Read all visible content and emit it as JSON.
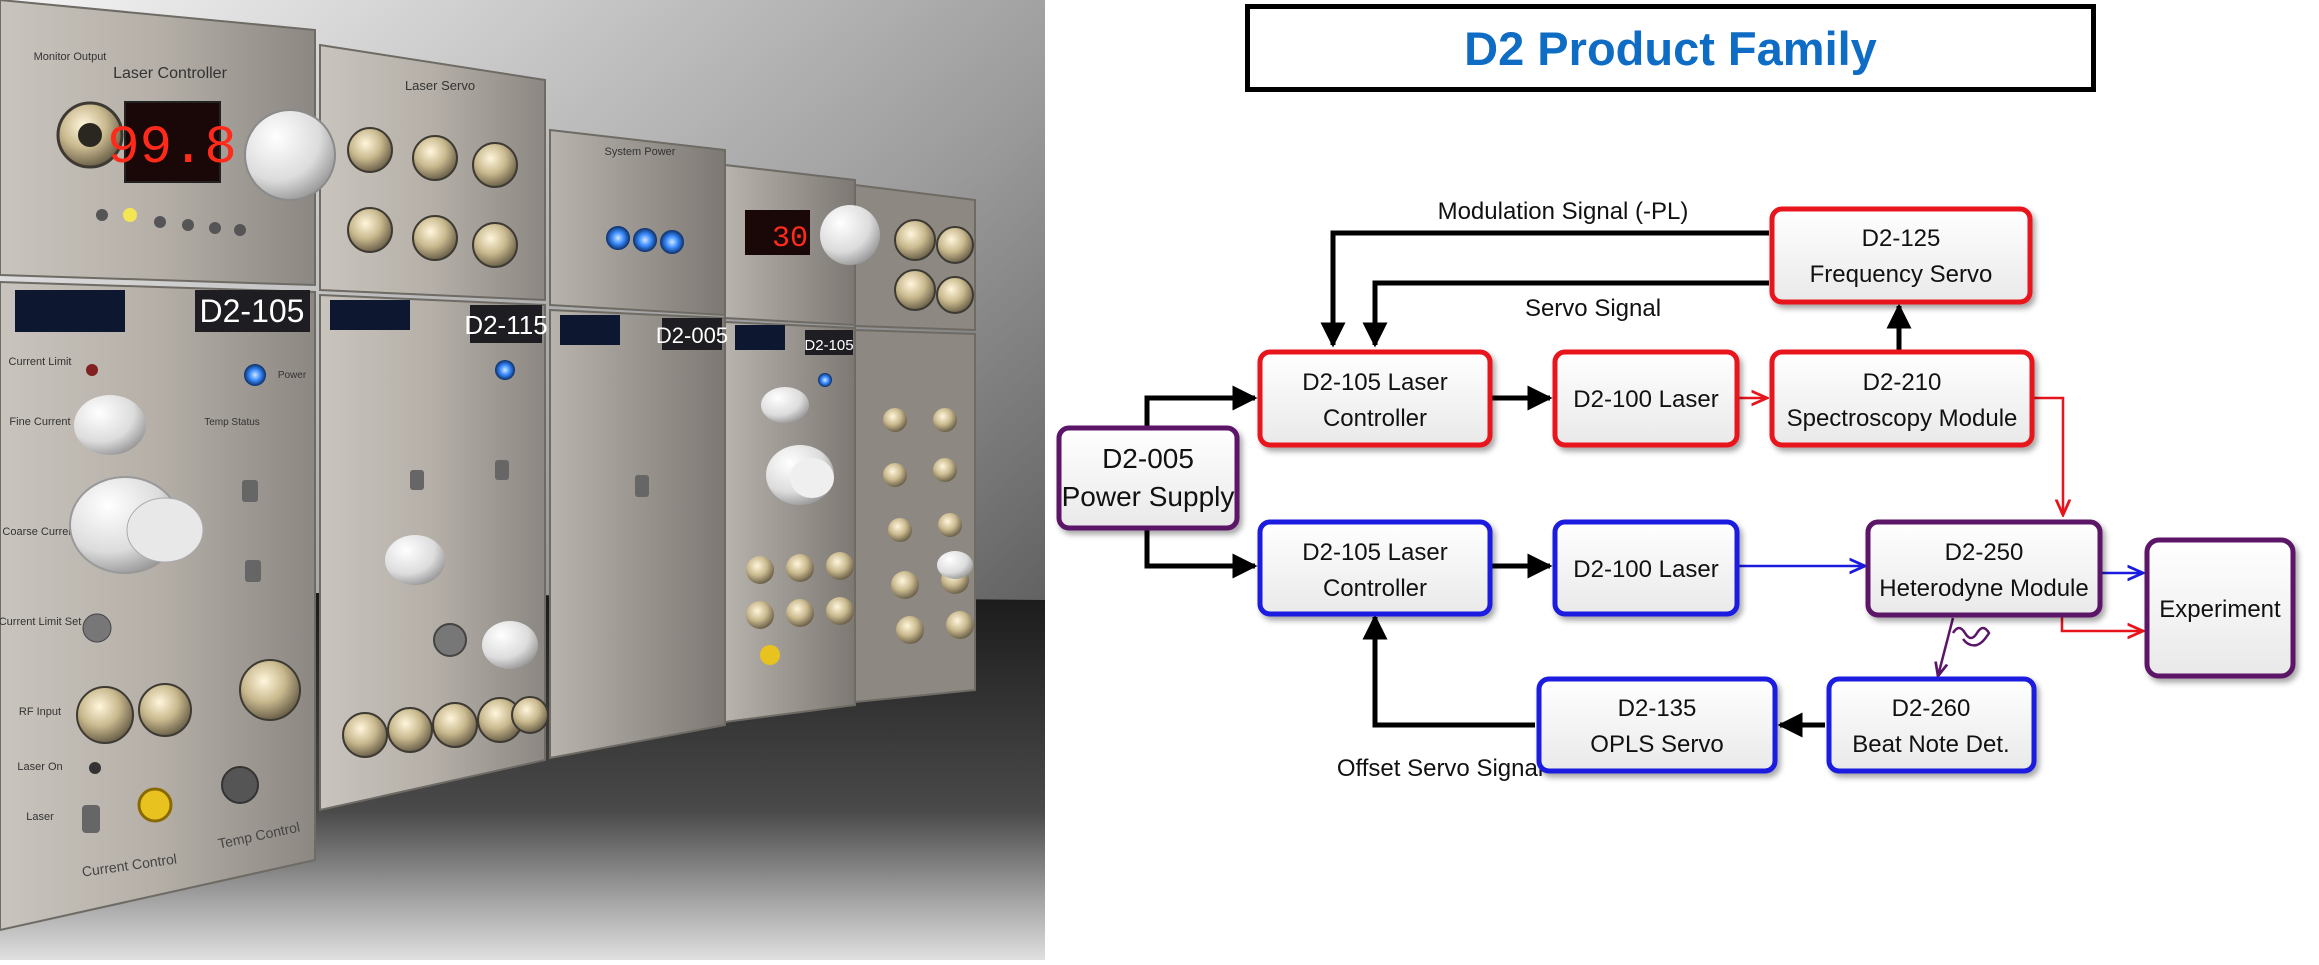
{
  "title": "D2 Product Family",
  "photo": {
    "panels": {
      "d2_105": "D2-105",
      "d2_115": "D2-115",
      "d2_005": "D2-005",
      "d2_105_small": "D2-105"
    },
    "labels": {
      "laser_controller": "Laser Controller",
      "monitor_output": "Monitor Output",
      "laser_servo": "Laser Servo",
      "system_power": "System Power",
      "display": "99.8",
      "small_display": "30",
      "current_control": "Current Control",
      "temp_control": "Temp Control",
      "current_limit": "Current Limit",
      "fine_current": "Fine Current",
      "coarse_current": "Coarse Current",
      "current_limit_set": "Current Limit Set",
      "rf_input": "RF Input",
      "laser_on": "Laser On",
      "laser": "Laser",
      "power": "Power",
      "temp_status": "Temp Status"
    }
  },
  "diagram": {
    "nodes": {
      "power_supply": [
        "D2-005",
        "Power Supply"
      ],
      "controller_top": [
        "D2-105 Laser",
        "Controller"
      ],
      "laser_top": [
        "D2-100 Laser"
      ],
      "spectroscopy": [
        "D2-210",
        "Spectroscopy Module"
      ],
      "freq_servo": [
        "D2-125",
        "Frequency Servo"
      ],
      "controller_bottom": [
        "D2-105 Laser",
        "Controller"
      ],
      "laser_bottom": [
        "D2-100 Laser"
      ],
      "heterodyne": [
        "D2-250",
        "Heterodyne Module"
      ],
      "experiment": [
        "Experiment"
      ],
      "beat_note": [
        "D2-260",
        "Beat Note Det."
      ],
      "opls_servo": [
        "D2-135",
        "OPLS Servo"
      ]
    },
    "edge_labels": {
      "modulation": "Modulation Signal (-PL)",
      "servo": "Servo Signal",
      "offset": "Offset Servo Signal"
    },
    "colors": {
      "red": "#e8141c",
      "blue": "#1a1ae0",
      "purple": "#5b1668",
      "black": "#000000",
      "title_blue": "#0e6cc4"
    }
  }
}
